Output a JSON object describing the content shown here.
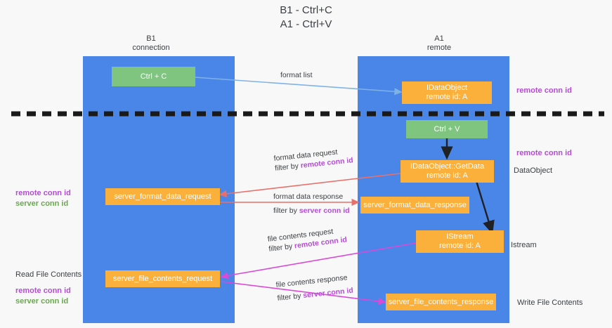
{
  "title": {
    "line1": "B1 - Ctrl+C",
    "line2": "A1 - Ctrl+V"
  },
  "columns": [
    {
      "name": "B1",
      "role": "connection"
    },
    {
      "name": "A1",
      "role": "remote"
    }
  ],
  "nodes": {
    "ctrl_c": "Ctrl + C",
    "ctrl_v": "Ctrl + V",
    "idataobject_l1": "IDataObject",
    "idataobject_l2": "remote id: A",
    "getdata_l1": "IDataObject::GetData",
    "getdata_l2": "remote id: A",
    "istream_l1": "IStream",
    "istream_l2": "remote id: A",
    "server_format_data_request": "server_format_data_request",
    "server_format_data_response": "server_format_data_response",
    "server_file_contents_request": "server_file_contents_request",
    "server_file_contents_response": "server_file_contents_response"
  },
  "edges": {
    "format_list": "format list",
    "format_data_request": "format data request",
    "format_data_response": "format data response",
    "file_contents_request": "file contents request",
    "file_contents_response": "file contents response",
    "filter_by": "filter by ",
    "remote_conn_id": "remote conn id",
    "server_conn_id": "server conn id"
  },
  "side_labels": {
    "right_remote_conn_id_top": "remote conn id",
    "right_remote_conn_id_mid": "remote conn id",
    "dataobject": "DataObject",
    "istream": "Istream",
    "write_file_contents": "Write File Contents",
    "left_remote_conn_id_mid": "remote conn id",
    "left_server_conn_id_mid": "server conn id",
    "read_file_contents": "Read File Contents",
    "left_remote_conn_id_bottom": "remote conn id",
    "left_server_conn_id_bottom": "server conn id"
  },
  "colors": {
    "column": "#4a86e8",
    "green_node": "#7fc57f",
    "orange_node": "#fbb03b",
    "purple_accent": "#b44cd4",
    "green_accent": "#6aa84f",
    "arrow_blue": "#7fb3e8",
    "arrow_red": "#e8706a",
    "arrow_magenta": "#d94ad9",
    "arrow_black": "#202124",
    "background": "#f8f8f8"
  }
}
